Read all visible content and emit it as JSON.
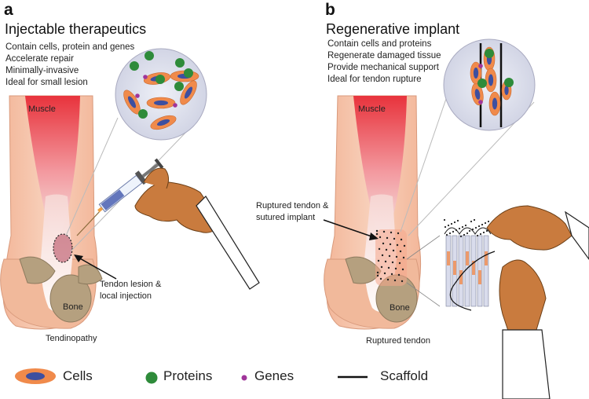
{
  "panel_a": {
    "letter": "a",
    "title": "Injectable therapeutics",
    "features": [
      "Contain cells, protein and genes",
      "Accelerate repair",
      "Minimally-invasive",
      "Ideal for small lesion"
    ],
    "labels": {
      "muscle": "Muscle",
      "bone": "Bone",
      "lesion": "Tendon lesion &",
      "lesion2": "local injection",
      "caption": "Tendinopathy"
    }
  },
  "panel_b": {
    "letter": "b",
    "title": "Regenerative implant",
    "features": [
      "Contain cells and proteins",
      "Regenerate damaged tissue",
      "Provide mechanical support",
      "Ideal for tendon rupture"
    ],
    "labels": {
      "muscle": "Muscle",
      "bone": "Bone",
      "ruptured": "Ruptured tendon &",
      "ruptured2": "sutured implant",
      "caption": "Ruptured tendon"
    }
  },
  "legend": {
    "cells": "Cells",
    "proteins": "Proteins",
    "genes": "Genes",
    "scaffold": "Scaffold"
  },
  "colors": {
    "cell_orange": "#f08a4b",
    "cell_nucleus": "#3d4fa0",
    "protein_green": "#2e8b3a",
    "gene_purple": "#a0359a",
    "muscle_red": "#e8333c",
    "skin": "#f7c9b0",
    "bone": "#b09a7a",
    "hand": "#c97b3e",
    "magnifier": "#e0e2ee"
  }
}
